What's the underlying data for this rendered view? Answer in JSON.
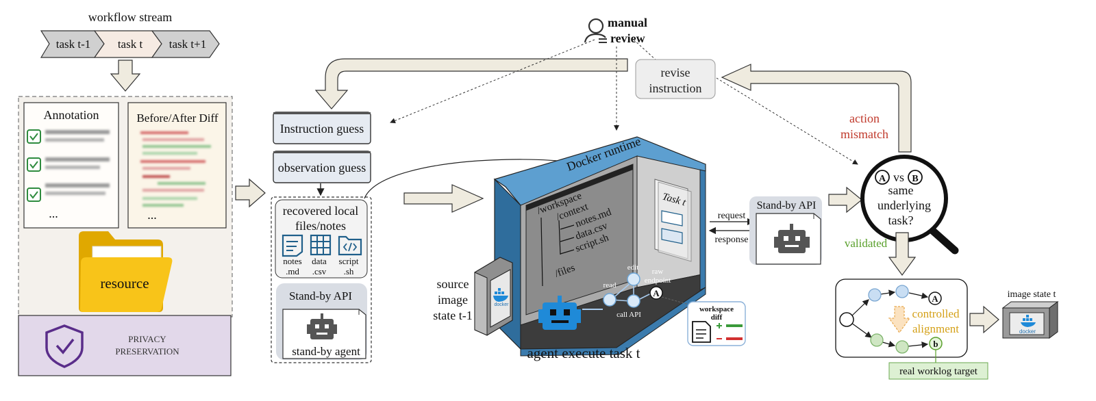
{
  "workflow": {
    "title": "workflow stream",
    "tasks": [
      "task t-1",
      "task t",
      "task t+1"
    ]
  },
  "left_panel": {
    "annotation_title": "Annotation",
    "diff_title": "Before/After Diff",
    "ellipsis": "...",
    "resource_label": "resource",
    "privacy_line1": "PRIVACY",
    "privacy_line2": "PRESERVATION"
  },
  "middle": {
    "instruction_guess": "Instruction guess",
    "observation_guess": "observation guess",
    "recovered_line1": "recovered local",
    "recovered_line2": "files/notes",
    "files": [
      {
        "name": "notes",
        "ext": ".md"
      },
      {
        "name": "data",
        "ext": ".csv"
      },
      {
        "name": "script",
        "ext": ".sh"
      }
    ],
    "standby_api": "Stand-by API",
    "standby_agent": "stand-by agent"
  },
  "review": {
    "manual_line1": "manual",
    "manual_line2": "review",
    "revise_line1": "revise",
    "revise_line2": "instruction"
  },
  "docker": {
    "title": "Docker runtime",
    "tree": [
      "/workspace",
      "/context",
      "notes.md",
      "data.csv",
      "script.sh",
      "/files"
    ],
    "task_card": "Task t",
    "graph_labels": {
      "read": "read",
      "edit": "edit",
      "raw": "raw",
      "endpoint": "endpoint",
      "call_api": "call API",
      "node_a": "A"
    },
    "workspace_diff_line1": "workspace",
    "workspace_diff_line2": "diff",
    "caption": "agent execute task t",
    "source_line1": "source",
    "source_line2": "image",
    "source_line3": "state t-1",
    "docker_logo": "docker"
  },
  "api": {
    "title": "Stand-by API",
    "request": "request",
    "response": "response"
  },
  "right": {
    "action_line1": "action",
    "action_line2": "mismatch",
    "node_a": "A",
    "vs": "vs",
    "node_b": "B",
    "same_line1": "same",
    "same_line2": "underlying",
    "same_line3": "task?",
    "validated": "validated",
    "controlled_line1": "controlled",
    "controlled_line2": "alignment",
    "target_a": "A",
    "target_b": "b",
    "real_worklog": "real worklog target",
    "image_state": "image state t",
    "docker_logo": "docker"
  },
  "colors": {
    "arrow_fill": "#efebdf",
    "docker_blue": "#3b7bad",
    "docker_light": "#5d9fd0",
    "mismatch_red": "#c0392b",
    "validated_green": "#5aa02c",
    "alignment_orange": "#d4a017",
    "folder_yellow": "#f5c518",
    "privacy_purple": "#e2d8ea"
  }
}
